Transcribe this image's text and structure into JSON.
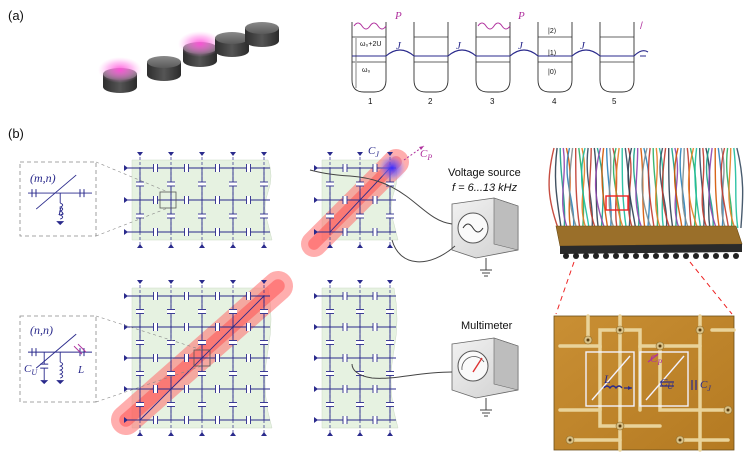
{
  "panels": {
    "a": {
      "label": "(a)"
    },
    "b": {
      "label": "(b)"
    }
  },
  "energy_diagram": {
    "site_numbers": [
      "1",
      "2",
      "3",
      "4",
      "5"
    ],
    "hopping_label": "J",
    "pump_label": "P",
    "level_2_label": "|2⟩",
    "level_1_label": "|1⟩",
    "level_0_label": "|0⟩",
    "energy_upper_label": "ω₀+2U",
    "energy_lower_label": "ω₀",
    "cutoff_mark": "/"
  },
  "circuit": {
    "unit_cell_top_label": "(m,n)",
    "unit_cell_bottom_label": "(n,n)",
    "inductor_label": "L",
    "inductor_label_bottom": "L",
    "cu_label": "C",
    "cu_sub": "U",
    "cj_label": "C",
    "cj_sub": "J",
    "cp_label": "C",
    "cp_sub": "P"
  },
  "instruments": {
    "voltage_source_title": "Voltage source",
    "voltage_source_freq": "f = 6...13 kHz",
    "multimeter_title": "Multimeter"
  },
  "photo": {
    "l_label": "L",
    "cu_label": "C",
    "cu_sub": "U",
    "cj_label": "C",
    "cj_sub": "J",
    "cp_label": "C",
    "cp_sub": "P"
  },
  "colors": {
    "circuit_line": "#2a2a8c",
    "pump_magenta": "#b0319e",
    "green_fill": "#e6f2e1",
    "red_glow": "#ff6b6b",
    "board_gold": "#c68a2e",
    "board_green": "#5a7f3a"
  }
}
